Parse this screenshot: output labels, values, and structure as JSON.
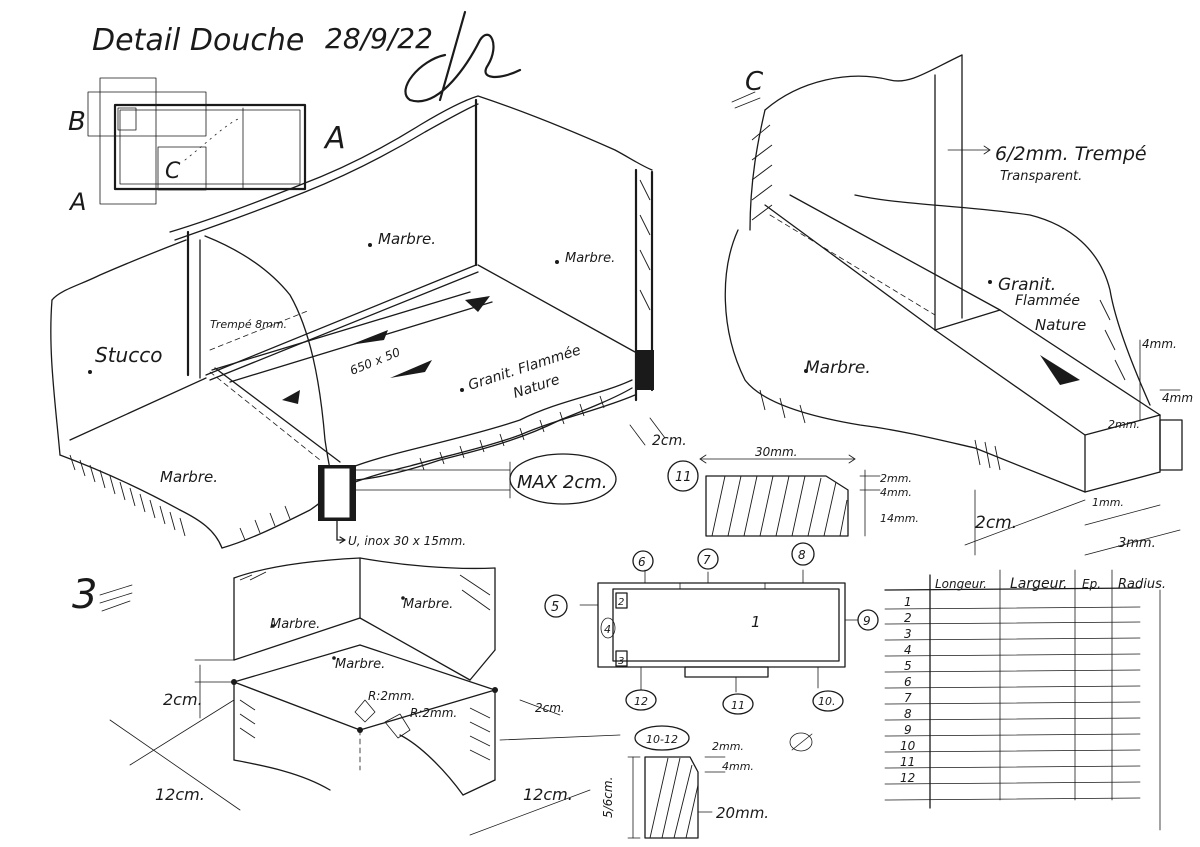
{
  "header": {
    "title": "Detail Douche",
    "date": "28/9/22"
  },
  "view_labels": {
    "a": "A",
    "b": "B",
    "c_plan": "C",
    "c_section": "C",
    "three": "3"
  },
  "sketch_main": {
    "stucco": "Stucco",
    "marbre_back": "Marbre.",
    "marbre_right": "Marbre.",
    "marbre_floor": "Marbre.",
    "trempe": "Trempé 8mm.",
    "size": "650 x 50",
    "granit_line1": "Granit. Flammée",
    "granit_line2": "Nature",
    "max_note": "MAX 2cm.",
    "thickness": "2cm.",
    "profile": "U, inox 30 x 15mm."
  },
  "sketch_section": {
    "glass_line1": "6/2mm. Trempé",
    "glass_line2": "Transparent.",
    "granit_line1": "Granit.",
    "granit_line2": "Flammée",
    "granit_line3": "Nature",
    "marbre": "Marbre.",
    "dim_4mm": "4mm.",
    "dim_4mm_b": "4mm",
    "dim_2mm": "2mm.",
    "dim_2cm": "2cm.",
    "dim_1mm": "1mm.",
    "dim_3mm": "3mm."
  },
  "profile_11": {
    "num": "11",
    "width": "30mm.",
    "d1": "2mm.",
    "d2": "4mm.",
    "d3": "14mm."
  },
  "plan_parts": {
    "center": "1",
    "labels": [
      "2",
      "3",
      "4",
      "5",
      "6",
      "7",
      "8",
      "9",
      "10.",
      "11",
      "12"
    ]
  },
  "profile_10_12": {
    "num": "10-12",
    "d1": "2mm.",
    "d2": "4mm.",
    "height": "5/6cm.",
    "width": "20mm."
  },
  "sketch_corner": {
    "marbre_left": "Marbre.",
    "marbre_right": "Marbre.",
    "marbre_top": "Marbre.",
    "r1": "R:2mm.",
    "r2": "R:2mm.",
    "dim_2cm_left": "2cm.",
    "dim_2cm_right": "2cm.",
    "dim_12cm": "12cm.",
    "dim_12cm_b": "12cm."
  },
  "parts_table": {
    "headers": [
      "Longeur.",
      "Largeur.",
      "Ep.",
      "Radius."
    ],
    "rows": [
      "1",
      "2",
      "3",
      "4",
      "5",
      "6",
      "7",
      "8",
      "9",
      "10",
      "11",
      "12"
    ]
  }
}
